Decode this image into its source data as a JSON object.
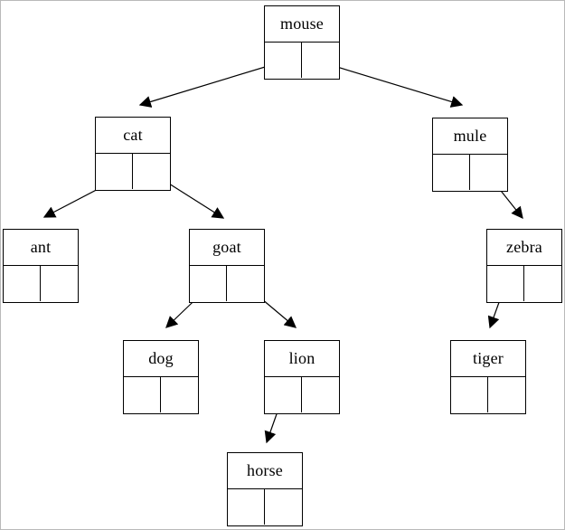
{
  "diagram": {
    "type": "binary-tree",
    "node_style": "record (label cell over two pointer cells)",
    "colors": {
      "line": "#000000",
      "text": "#000000",
      "background": "#ffffff",
      "frame": "#b9b9b9"
    },
    "nodes": [
      {
        "label": "mouse",
        "left_child": "cat",
        "right_child": "mule"
      },
      {
        "label": "cat",
        "left_child": "ant",
        "right_child": "goat"
      },
      {
        "label": "mule",
        "left_child": null,
        "right_child": "zebra"
      },
      {
        "label": "ant",
        "left_child": null,
        "right_child": null
      },
      {
        "label": "goat",
        "left_child": "dog",
        "right_child": "lion"
      },
      {
        "label": "zebra",
        "left_child": "tiger",
        "right_child": null
      },
      {
        "label": "dog",
        "left_child": null,
        "right_child": null
      },
      {
        "label": "lion",
        "left_child": "horse",
        "right_child": null
      },
      {
        "label": "tiger",
        "left_child": null,
        "right_child": null
      },
      {
        "label": "horse",
        "left_child": null,
        "right_child": null
      }
    ],
    "edges": [
      {
        "from": "mouse",
        "slot": "left",
        "to": "cat"
      },
      {
        "from": "mouse",
        "slot": "right",
        "to": "mule"
      },
      {
        "from": "cat",
        "slot": "left",
        "to": "ant"
      },
      {
        "from": "cat",
        "slot": "right",
        "to": "goat"
      },
      {
        "from": "mule",
        "slot": "right",
        "to": "zebra"
      },
      {
        "from": "goat",
        "slot": "left",
        "to": "dog"
      },
      {
        "from": "goat",
        "slot": "right",
        "to": "lion"
      },
      {
        "from": "zebra",
        "slot": "left",
        "to": "tiger"
      },
      {
        "from": "lion",
        "slot": "left",
        "to": "horse"
      }
    ]
  }
}
